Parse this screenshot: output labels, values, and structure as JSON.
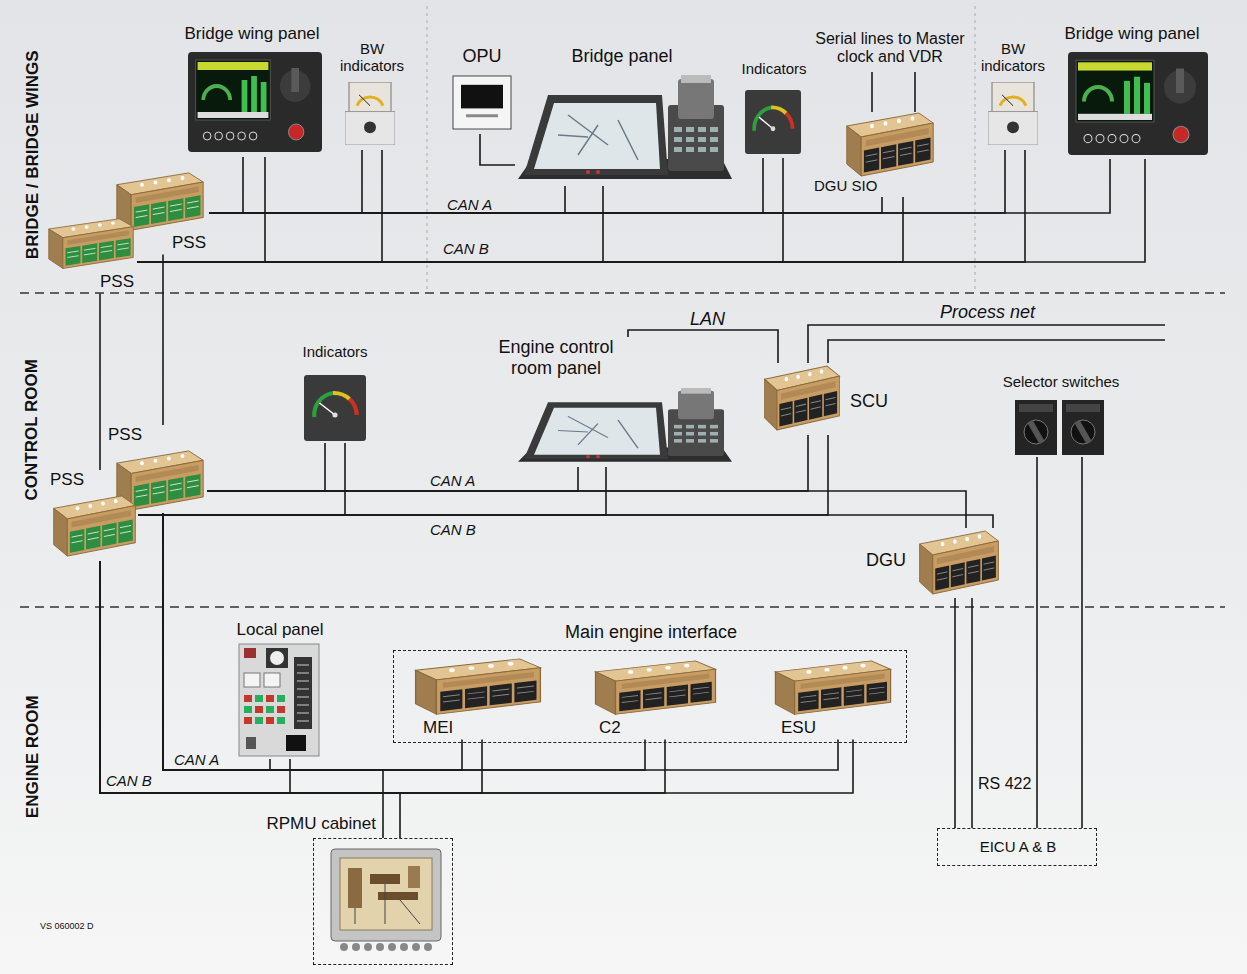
{
  "diagram": {
    "nodes": [
      {
        "text": [
          "Bridge wing panel"
        ]
      },
      {
        "text": [
          "BW indicators"
        ]
      },
      {
        "text": [
          "OPU"
        ]
      },
      {
        "text": [
          "Bridge panel"
        ]
      },
      {
        "text": [
          "Indicators"
        ]
      },
      {
        "text": [
          "DGU SIO"
        ]
      },
      {
        "text": [
          "BW indicators"
        ]
      },
      {
        "text": [
          "Bridge wing panel"
        ]
      },
      {
        "text": [
          "PSS"
        ]
      },
      {
        "text": [
          "PSS"
        ]
      },
      {
        "text": [
          "Indicators"
        ]
      },
      {
        "text": [
          "Engine control room panel"
        ]
      },
      {
        "text": [
          "SCU"
        ]
      },
      {
        "text": [
          "Selector switches"
        ]
      },
      {
        "text": [
          "PSS"
        ]
      },
      {
        "text": [
          "PSS"
        ]
      },
      {
        "text": [
          "DGU"
        ]
      },
      {
        "text": [
          "Local panel"
        ]
      },
      {
        "text": [
          "Main engine interface"
        ]
      },
      {
        "text": [
          "MEI"
        ],
        "in": 18
      },
      {
        "text": [
          "C2"
        ],
        "in": 18
      },
      {
        "text": [
          "ESU"
        ],
        "in": 18
      },
      {
        "text": [
          "RPMU cabinet"
        ]
      },
      {
        "text": [
          "EICU A & B"
        ]
      }
    ],
    "edges": [
      {
        "from": 8,
        "to": 0,
        "arrow": "none"
      },
      {
        "from": 8,
        "to": 1,
        "arrow": "none"
      },
      {
        "from": 8,
        "to": 3,
        "arrow": "none"
      },
      {
        "from": 8,
        "to": 4,
        "arrow": "none"
      },
      {
        "from": 8,
        "to": 5,
        "arrow": "none"
      },
      {
        "from": 8,
        "to": 6,
        "arrow": "none"
      },
      {
        "from": 8,
        "to": 7,
        "arrow": "none"
      },
      {
        "from": 9,
        "to": 0,
        "arrow": "none"
      },
      {
        "from": 9,
        "to": 1,
        "arrow": "none"
      },
      {
        "from": 9,
        "to": 3,
        "arrow": "none"
      },
      {
        "from": 9,
        "to": 4,
        "arrow": "none"
      },
      {
        "from": 9,
        "to": 5,
        "arrow": "none"
      },
      {
        "from": 9,
        "to": 6,
        "arrow": "none"
      },
      {
        "from": 9,
        "to": 7,
        "arrow": "none"
      },
      {
        "from": 2,
        "to": 3,
        "arrow": "none"
      },
      {
        "from": 8,
        "to": 14,
        "arrow": "none"
      },
      {
        "from": 9,
        "to": 15,
        "arrow": "none"
      },
      {
        "from": 14,
        "to": 10,
        "arrow": "none"
      },
      {
        "from": 14,
        "to": 11,
        "arrow": "none"
      },
      {
        "from": 14,
        "to": 12,
        "arrow": "none"
      },
      {
        "from": 14,
        "to": 16,
        "arrow": "none"
      },
      {
        "from": 15,
        "to": 10,
        "arrow": "none"
      },
      {
        "from": 15,
        "to": 11,
        "arrow": "none"
      },
      {
        "from": 15,
        "to": 12,
        "arrow": "none"
      },
      {
        "from": 15,
        "to": 16,
        "arrow": "none"
      },
      {
        "from": 11,
        "to": 12,
        "label": "LAN",
        "arrow": "none"
      },
      {
        "from": 14,
        "to": 17,
        "arrow": "none"
      },
      {
        "from": 14,
        "to": 19,
        "arrow": "none"
      },
      {
        "from": 14,
        "to": 20,
        "arrow": "none"
      },
      {
        "from": 14,
        "to": 21,
        "arrow": "none"
      },
      {
        "from": 14,
        "to": 22,
        "arrow": "none"
      },
      {
        "from": 15,
        "to": 17,
        "arrow": "none"
      },
      {
        "from": 15,
        "to": 19,
        "arrow": "none"
      },
      {
        "from": 15,
        "to": 20,
        "arrow": "none"
      },
      {
        "from": 15,
        "to": 21,
        "arrow": "none"
      },
      {
        "from": 15,
        "to": 22,
        "arrow": "none"
      },
      {
        "from": 16,
        "to": 23,
        "label": "RS 422",
        "arrow": "none"
      },
      {
        "from": 16,
        "to": 23,
        "arrow": "none"
      },
      {
        "from": 13,
        "to": 23,
        "arrow": "none"
      },
      {
        "from": 13,
        "to": 23,
        "arrow": "none"
      }
    ],
    "labels": [
      "BRIDGE / BRIDGE WINGS",
      "CONTROL ROOM",
      "ENGINE ROOM",
      "Serial lines to Master clock and VDR",
      "CAN A",
      "CAN B",
      "Process net",
      "CAN A",
      "CAN B",
      "CAN A",
      "CAN B",
      "VS 060002 D"
    ]
  }
}
